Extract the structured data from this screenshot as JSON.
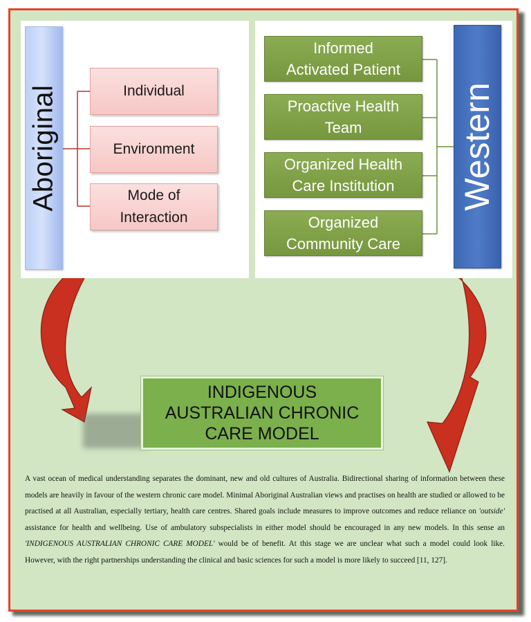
{
  "left_panel": {
    "title": "Aboriginal",
    "items": [
      {
        "label": "Individual"
      },
      {
        "label": "Environment"
      },
      {
        "label": "Mode of\nInteraction"
      }
    ]
  },
  "right_panel": {
    "title": "Western",
    "items": [
      {
        "label": "Informed\nActivated Patient"
      },
      {
        "label": "Proactive Health\nTeam"
      },
      {
        "label": "Organized Health\nCare Institution"
      },
      {
        "label": "Organized\nCommunity Care"
      }
    ]
  },
  "center_model": {
    "label": "INDIGENOUS\nAUSTRALIAN CHRONIC\nCARE MODEL"
  },
  "colors": {
    "frame_border": "#e8432b",
    "background": "#d2e6c4",
    "arrow": "#c9301f",
    "aboriginal_bar": "#bcd0f7",
    "western_bar": "#4470bc",
    "green_box": "#7f9f47",
    "pink_box": "#f8d2d0",
    "model_box": "#7bb04c"
  },
  "paragraph": {
    "part1": "A vast ocean of medical understanding separates the dominant, new and old cultures of Australia. Bidirectional sharing of information between these models are heavily in favour of the western chronic care model. Minimal Aboriginal Australian views and practises on health are studied or allowed to be practised at all Australian, especially tertiary, health care centres. Shared goals include measures to improve outcomes and reduce reliance on ",
    "emphasis1": "'outside'",
    "part2": " assistance for health and wellbeing. Use of ambulatory subspecialists in either model should be encouraged in any new models. In this sense an ",
    "emphasis2": "'INDIGENOUS AUSTRALIAN CHRONIC CARE MODEL'",
    "part3": " would be of benefit. At this stage we are unclear what such a model could look like. However, with the right partnerships understanding the clinical and basic sciences for such a model is more likely to succeed [11, 127]."
  }
}
